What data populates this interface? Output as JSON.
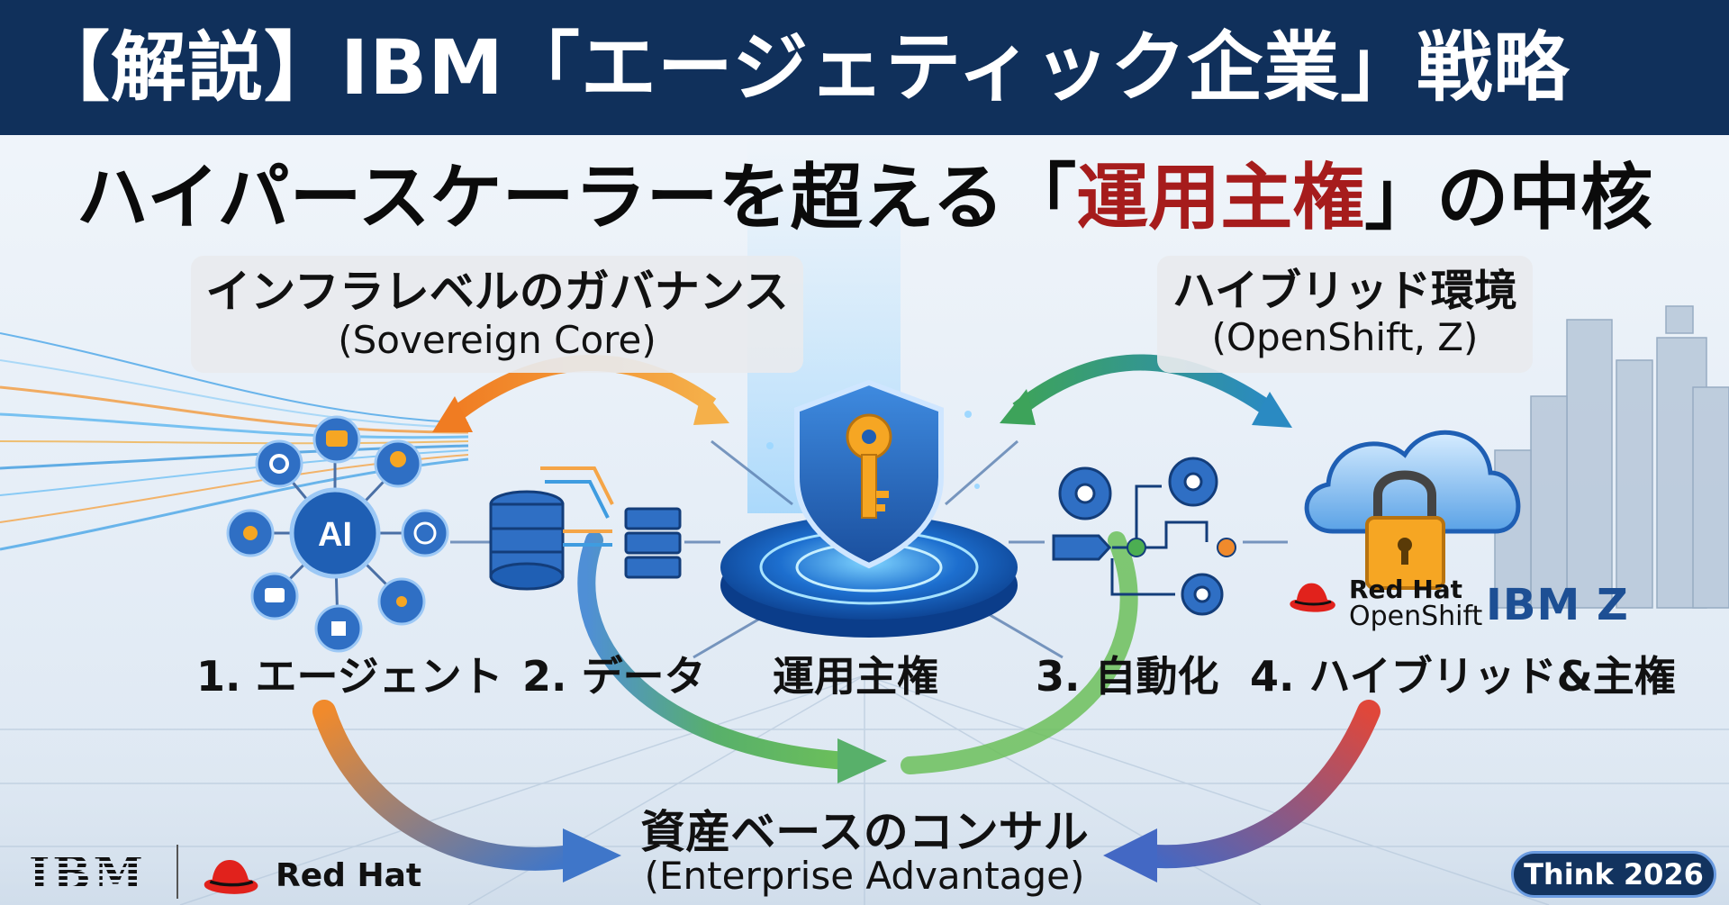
{
  "header": {
    "title": "【解説】IBM「エージェティック企業」戦略"
  },
  "headline": {
    "before": "ハイパースケーラーを超える「",
    "highlight": "運用主権",
    "after": "」の中核"
  },
  "label_boxes": {
    "left": {
      "line1": "インフラレベルのガバナンス",
      "line2": "(Sovereign Core)"
    },
    "right": {
      "line1": "ハイブリッド環境",
      "line2": "(OpenShift, Z)"
    }
  },
  "nodes": {
    "agent": "1. エージェント",
    "data": "2. データ",
    "core": "運用主権",
    "automation": "3. 自動化",
    "hybrid": "4. ハイブリッド&主権"
  },
  "ai_hub": {
    "label": "AI"
  },
  "bottom": {
    "line1": "資産ベースのコンサル",
    "line2": "(Enterprise Advantage)"
  },
  "partner_logos": {
    "redhat_line1": "Red Hat",
    "redhat_line2": "OpenShift",
    "ibm_z_prefix": "IBM",
    "ibm_z_suffix": "Z"
  },
  "footer": {
    "ibm_logo": "IBM",
    "redhat_logo": "Red Hat",
    "event_badge": "Think 2026"
  },
  "colors": {
    "header_bg": "#10305b",
    "highlight_red": "#a61c1c",
    "arrow_orange": "#f08a2c",
    "arrow_green": "#4cae52",
    "arrow_blue": "#3f76c9",
    "arrow_red": "#d9483a",
    "shield_blue": "#1f5fb4",
    "key_gold": "#f6a623",
    "redhat_red": "#e1221c"
  },
  "icons": [
    "gear-icon",
    "robot-icon",
    "lightbulb-icon",
    "globe-icon",
    "chat-icon",
    "idea-icon",
    "network-icon",
    "database-icon",
    "server-icon",
    "shield-key-icon",
    "workflow-gear-icon",
    "cloud-lock-icon",
    "city-skyline-icon",
    "redhat-hat-icon"
  ]
}
